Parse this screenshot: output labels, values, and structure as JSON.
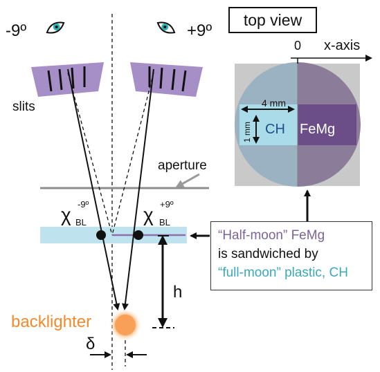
{
  "labels": {
    "angle_left": "-9º",
    "angle_right": "+9º",
    "slits": "slits",
    "aperture": "aperture",
    "chi_left_main": "χ",
    "chi_left_sub": "BL",
    "chi_left_sup": "-9º",
    "chi_right_main": "χ",
    "chi_right_sub": "BL",
    "chi_right_sup": "+9º",
    "h": "h",
    "delta": "δ",
    "backlighter": "backlighter"
  },
  "top_view": {
    "title": "top view",
    "zero": "0",
    "x_axis": "x-axis",
    "width_label": "4 mm",
    "height_label": "1 mm",
    "ch": "CH",
    "femg": "FeMg"
  },
  "callout": {
    "line1_colored": "“Half-moon” FeMg",
    "line2": "is sandwiched by",
    "line3_colored": "“full-moon” plastic, CH"
  },
  "colors": {
    "slit_purple": "#a68ec6",
    "layer_cyan": "#bfe3ee",
    "backlighter_orange": "#f28a2c",
    "ch_label": "#1f4e8c",
    "callout_purple": "#7b6496",
    "callout_cyan": "#3aa9b9"
  }
}
